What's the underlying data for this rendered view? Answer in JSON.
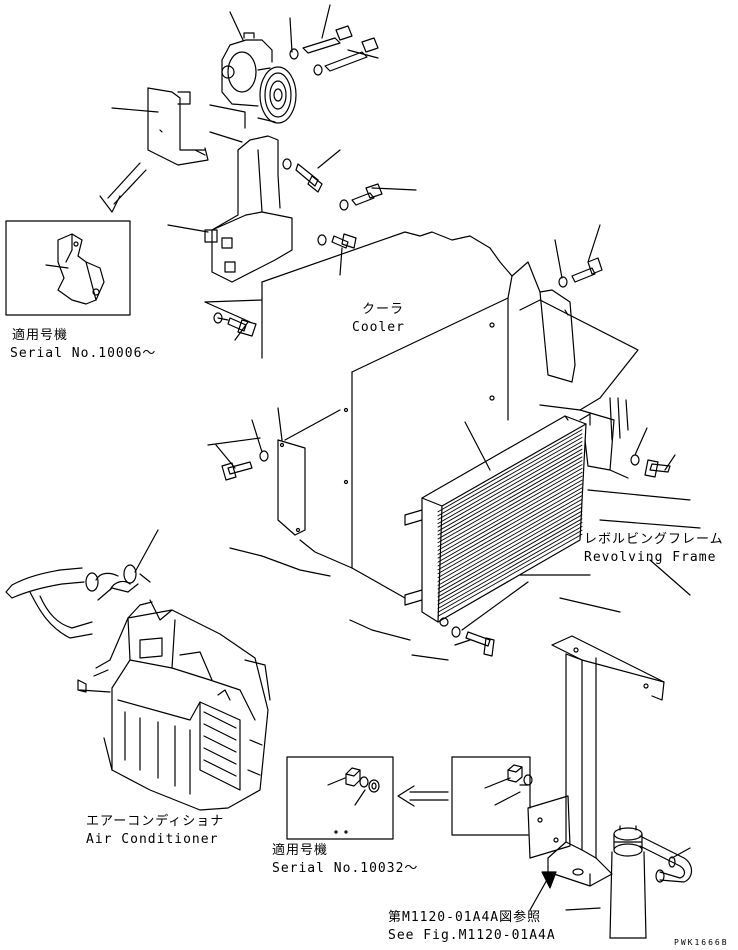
{
  "labels": {
    "serial_10006_jp": "適用号機",
    "serial_10006_en": "Serial No.10006～",
    "cooler_jp": "クーラ",
    "cooler_en": "Cooler",
    "revolving_frame_jp": "レボルビングフレーム",
    "revolving_frame_en": "Revolving Frame",
    "air_conditioner_jp": "エアーコンディショナ",
    "air_conditioner_en": "Air Conditioner",
    "serial_10032_jp": "適用号機",
    "serial_10032_en": "Serial No.10032～",
    "see_fig_jp": "第M1120-01A4A図参照",
    "see_fig_en": "See Fig.M1120-01A4A",
    "drawing_code": "PWK1666B"
  }
}
